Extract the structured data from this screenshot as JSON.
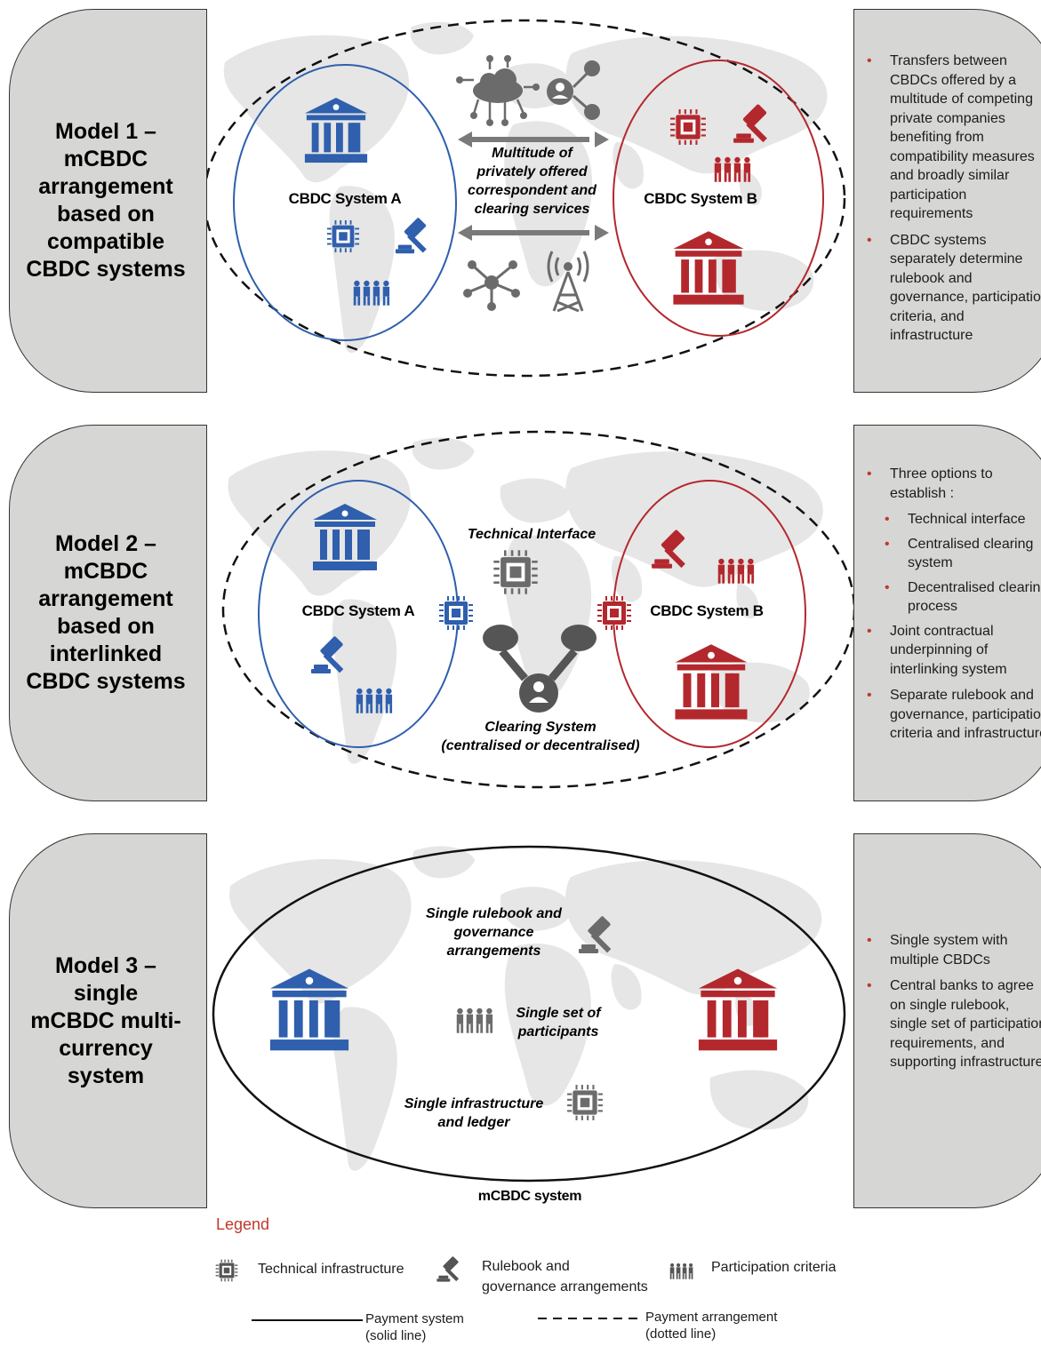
{
  "colors": {
    "blue": "#2f5fad",
    "red": "#b3282d",
    "gray": "#6b6b6b",
    "panel": "#d6d6d4",
    "map": "#e6e6e6",
    "bullet": "#c0392b"
  },
  "model1": {
    "title": "Model 1 –\nmCBDC\narrangement\nbased on\ncompatible\nCBDC systems",
    "system_a": "CBDC System A",
    "system_b": "CBDC System B",
    "center_label": "Multitude of\nprivately offered\ncorrespondent and\nclearing services",
    "notes": [
      "Transfers between CBDCs offered by a multitude of competing private companies benefiting from compatibility measures and broadly similar participation requirements",
      "CBDC systems separately determine rulebook and governance, participation criteria, and infrastructure"
    ]
  },
  "model2": {
    "title": "Model 2 –\nmCBDC\narrangement\nbased on\ninterlinked\nCBDC systems",
    "system_a": "CBDC System A",
    "system_b": "CBDC System B",
    "interface_label": "Technical Interface",
    "clearing_label": "Clearing System\n(centralised or decentralised)",
    "notes": {
      "intro": "Three options to establish :",
      "options": [
        "Technical interface",
        "Centralised clearing system",
        "Decentralised clearing process"
      ],
      "more": [
        "Joint contractual underpinning of interlinking system",
        "Separate rulebook and governance, participation criteria and infrastructure"
      ]
    }
  },
  "model3": {
    "title": "Model 3 –\nsingle\nmCBDC multi-\ncurrency\nsystem",
    "rulebook_label": "Single rulebook and\ngovernance\narrangements",
    "participants_label": "Single set of\nparticipants",
    "infra_label": "Single infrastructure\nand ledger",
    "system_label": "mCBDC system",
    "notes": [
      "Single system with multiple CBDCs",
      "Central banks to agree on single rulebook, single set of participation requirements, and supporting infrastructure"
    ]
  },
  "legend": {
    "title": "Legend",
    "technical": "Technical infrastructure",
    "rulebook": "Rulebook and\ngovernance arrangements",
    "participation": "Participation criteria",
    "solid": "Payment system\n(solid line)",
    "dotted": "Payment arrangement\n(dotted line)"
  }
}
